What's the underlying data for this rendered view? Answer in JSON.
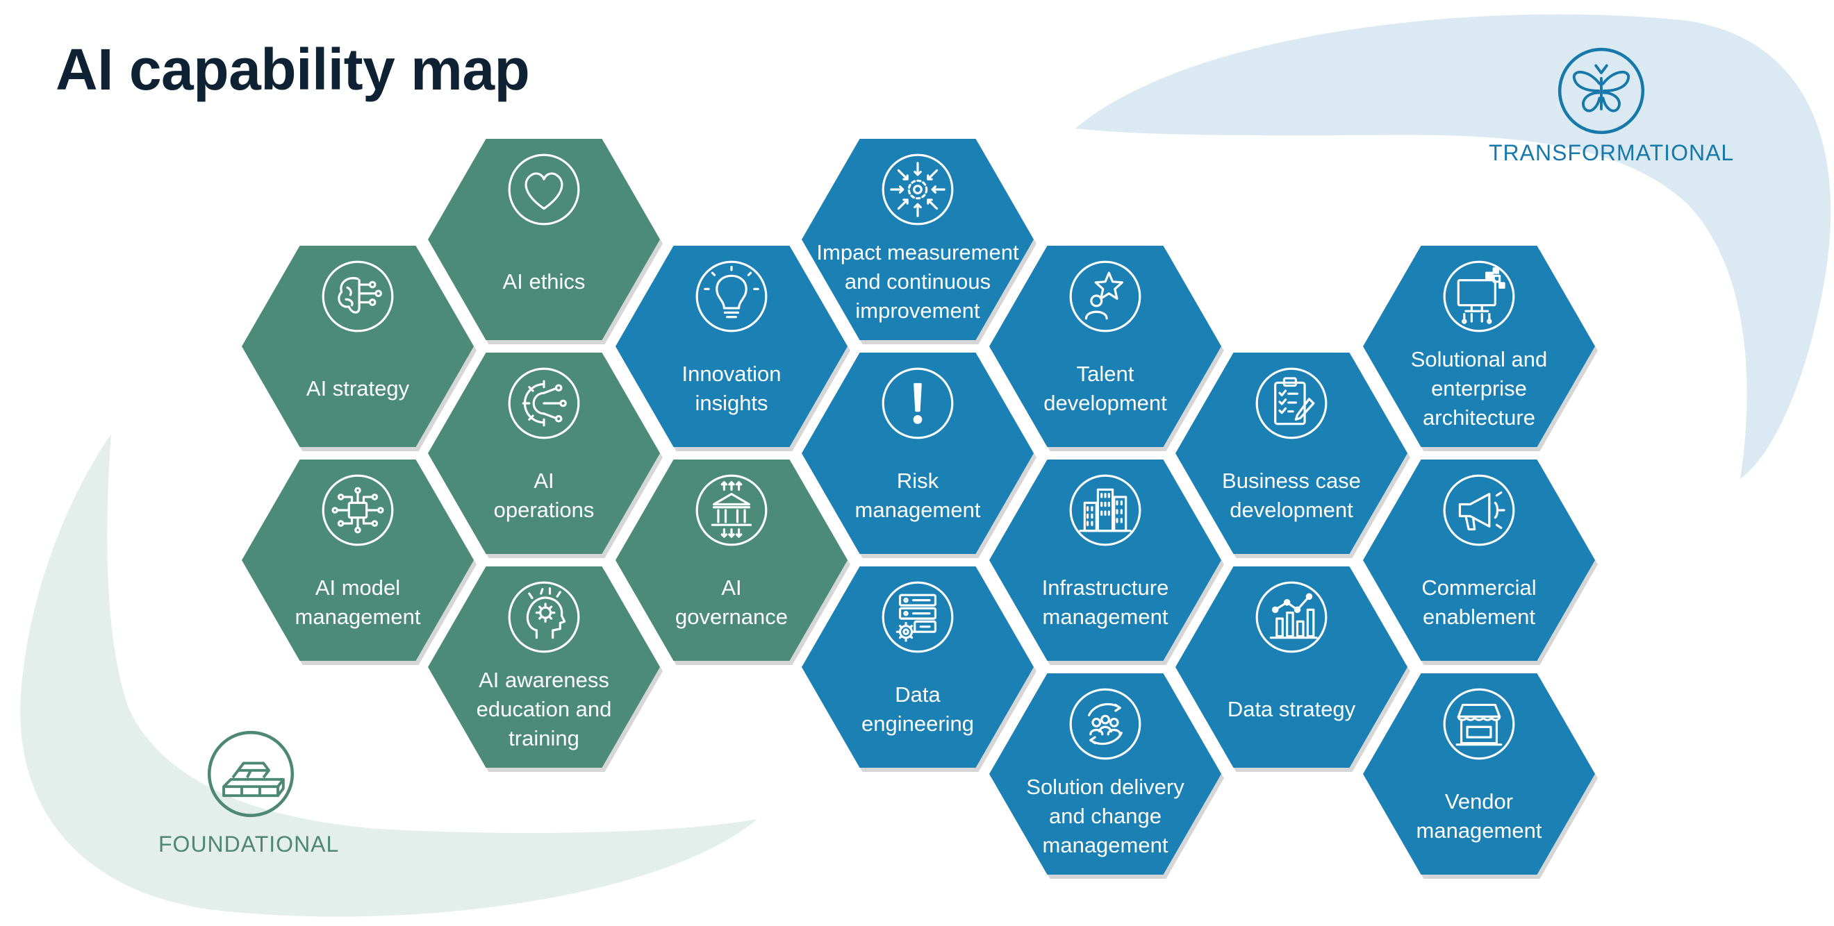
{
  "title": "AI capability map",
  "zones": {
    "foundational": {
      "label": "FOUNDATIONAL",
      "icon": "bricks-icon",
      "color": "#4c8873"
    },
    "transformational": {
      "label": "TRANSFORMATIONAL",
      "icon": "butterfly-icon",
      "color": "#1678ab"
    }
  },
  "colors": {
    "foundational_hex": "#4b8b77",
    "transformational_hex": "#1b80b4",
    "foundational_swoosh": "#e4eeea",
    "transformational_swoosh": "#dbeaf2",
    "title": "#0e2233"
  },
  "hexes": [
    {
      "label": "AI ethics",
      "group": "foundational",
      "icon": "heart-icon"
    },
    {
      "label": "AI strategy",
      "group": "foundational",
      "icon": "brain-circuit-icon"
    },
    {
      "label": "AI\noperations",
      "group": "foundational",
      "icon": "gear-circuit-icon"
    },
    {
      "label": "AI model\nmanagement",
      "group": "foundational",
      "icon": "network-chip-icon"
    },
    {
      "label": "AI awareness\neducation and\ntraining",
      "group": "foundational",
      "icon": "head-gear-icon"
    },
    {
      "label": "AI\ngovernance",
      "group": "foundational",
      "icon": "government-building-icon"
    },
    {
      "label": "Innovation\ninsights",
      "group": "transformational",
      "icon": "lightbulb-icon"
    },
    {
      "label": "Impact measurement\nand continuous\nimprovement",
      "group": "transformational",
      "icon": "target-arrows-icon"
    },
    {
      "label": "Risk\nmanagement",
      "group": "transformational",
      "icon": "exclamation-icon"
    },
    {
      "label": "Data\nengineering",
      "group": "transformational",
      "icon": "server-gear-icon"
    },
    {
      "label": "Talent\ndevelopment",
      "group": "transformational",
      "icon": "person-star-icon"
    },
    {
      "label": "Infrastructure\nmanagement",
      "group": "transformational",
      "icon": "city-buildings-icon"
    },
    {
      "label": "Solution delivery\nand change\nmanagement",
      "group": "transformational",
      "icon": "team-cycle-icon"
    },
    {
      "label": "Business case\ndevelopment",
      "group": "transformational",
      "icon": "clipboard-checklist-icon"
    },
    {
      "label": "Data strategy",
      "group": "transformational",
      "icon": "bar-chart-icon"
    },
    {
      "label": "Solutional and\nenterprise\narchitecture",
      "group": "transformational",
      "icon": "monitor-circuit-icon"
    },
    {
      "label": "Commercial\nenablement",
      "group": "transformational",
      "icon": "megaphone-icon"
    },
    {
      "label": "Vendor\nmanagement",
      "group": "transformational",
      "icon": "storefront-icon"
    }
  ]
}
